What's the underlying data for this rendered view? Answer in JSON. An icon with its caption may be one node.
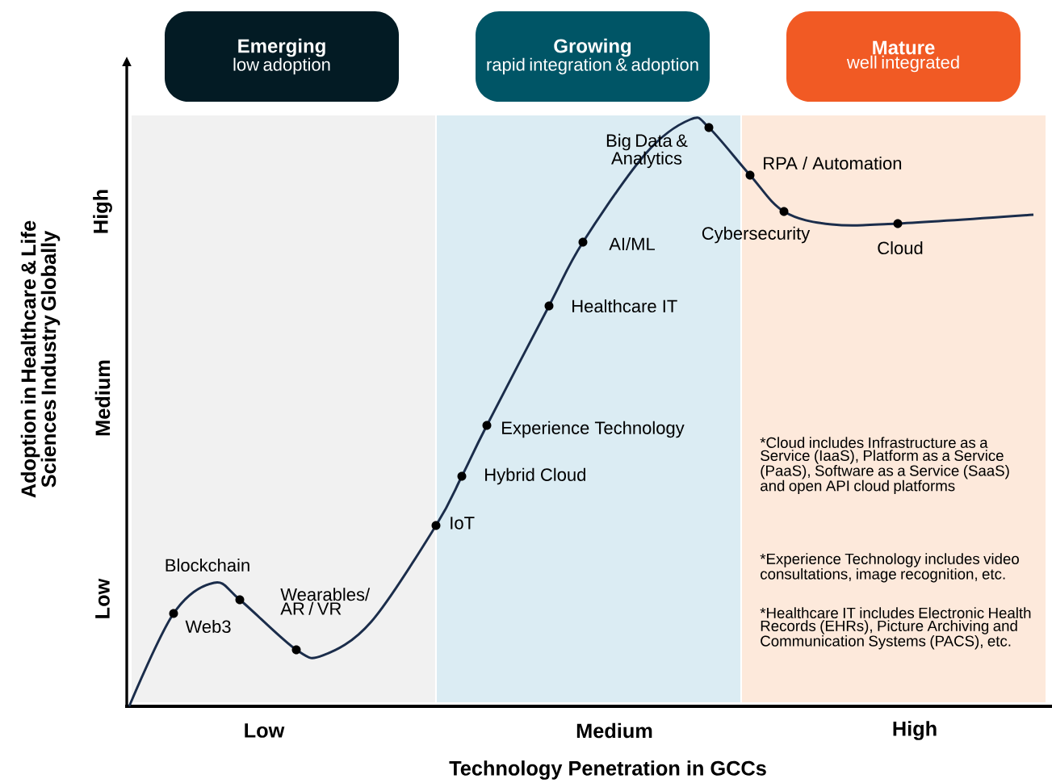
{
  "diagram": {
    "nodes": [
      {
        "text": [
          "Emerging",
          "low adoption"
        ]
      },
      {
        "text": [
          "Growing",
          "rapid integration & adoption"
        ]
      },
      {
        "text": [
          "Mature",
          "well integrated"
        ]
      }
    ],
    "labels": [
      "Adoption in Healthcare & Life Sciences Industry Globally",
      "High",
      "Medium",
      "Low",
      "Big Data & Analytics",
      "RPA / Automation",
      "Cybersecurity",
      "Cloud",
      "AI/ML",
      "Healthcare IT",
      "Experience Technology",
      "Hybrid Cloud",
      "IoT",
      "Blockchain",
      "Web3",
      "Wearables/ AR / VR",
      "*Cloud includes Infrastructure as a Service (IaaS), Platform as a Service (PaaS), Software as a Service (SaaS) and open API cloud platforms",
      "*Experience Technology includes video consultations, image recognition, etc.",
      "*Healthcare IT includes Electronic Health Records (EHRs), Picture Archiving and Communication Systems (PACS), etc.",
      "Low",
      "Medium",
      "High",
      "Technology Penetration in GCCs"
    ]
  }
}
